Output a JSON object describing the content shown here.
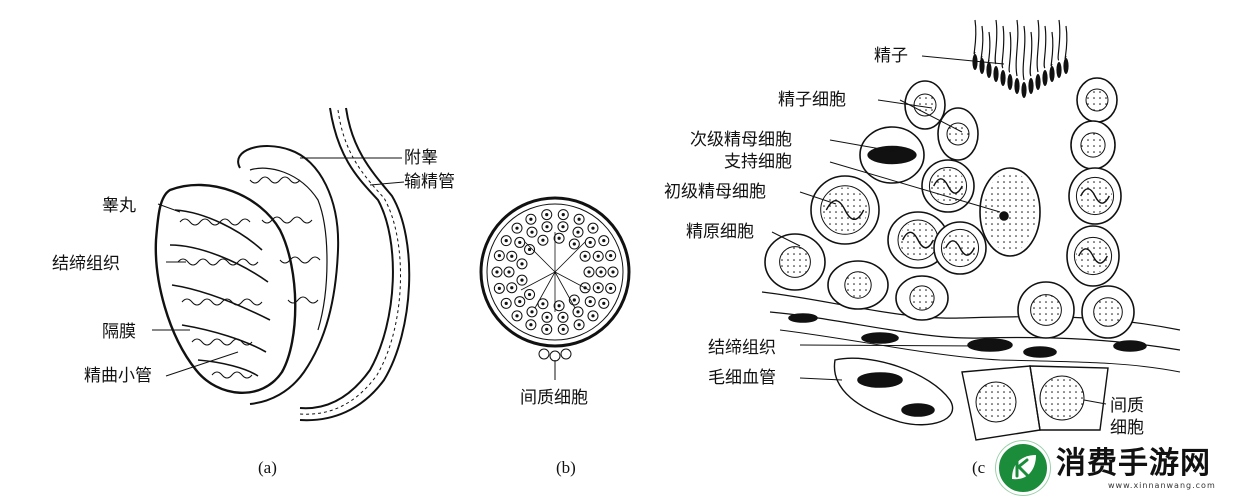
{
  "panels": {
    "a": {
      "caption": "(a)",
      "labels": {
        "testis": "睾丸",
        "connective_tissue": "结缔组织",
        "septum": "隔膜",
        "seminiferous_tubule": "精曲小管",
        "epididymis": "附睾",
        "vas_deferens": "输精管"
      }
    },
    "b": {
      "caption": "(b)",
      "labels": {
        "interstitial_cell": "间质细胞"
      }
    },
    "c": {
      "caption": "(c",
      "labels": {
        "sperm": "精子",
        "spermatid": "精子细胞",
        "secondary_spermatocyte": "次级精母细胞",
        "sertoli_cell": "支持细胞",
        "primary_spermatocyte": "初级精母细胞",
        "spermatogonium": "精原细胞",
        "connective_tissue": "结缔组织",
        "capillary": "毛细血管",
        "interstitial_line1": "间质",
        "interstitial_line2": "细胞"
      }
    }
  },
  "watermark": {
    "title": "消费手游网",
    "url": "www.xinnanwang.com",
    "icon": "leaf-k-logo-icon"
  }
}
